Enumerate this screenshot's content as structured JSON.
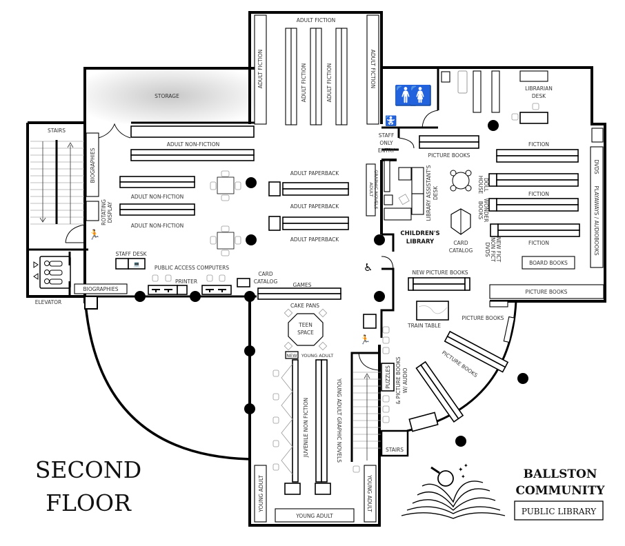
{
  "title": {
    "line1": "SECOND",
    "line2": "FLOOR"
  },
  "logo": {
    "line1": "BALLSTON",
    "line2": "COMMUNITY",
    "line3": "PUBLIC LIBRARY"
  },
  "rooms": {
    "storage": "STORAGE",
    "stairs_left": "STAIRS",
    "stairs_right": "STAIRS",
    "elevator": "ELEVATOR",
    "staff_only_entry": [
      "STAFF",
      "ONLY",
      "ENTRY"
    ],
    "childrens_library": [
      "CHILDREN'S",
      "LIBRARY"
    ],
    "teen_space": [
      "TEEN",
      "SPACE"
    ],
    "librarian_desk": [
      "LIBRARIAN",
      "DESK"
    ],
    "library_assistants_desk": [
      "LIBRARY ASSISTANT'S",
      "DESK"
    ]
  },
  "labels": {
    "adult_fiction": "ADULT FICTION",
    "adult_non_fiction": "ADULT NON-FICTION",
    "adult_paperback": "ADULT PAPERBACK",
    "biographies": "BIOGRAPHIES",
    "rotating_display": [
      "ROTATING",
      "DISPLAY"
    ],
    "staff_desk": "STAFF DESK",
    "public_access_computers": "PUBLIC ACCESS COMPUTERS",
    "printer": "PRINTER",
    "card_catalog": [
      "CARD",
      "CATALOG"
    ],
    "games": "GAMES",
    "cake_pans": "CAKE PANS",
    "new": "NEW",
    "young_adult": "YOUNG ADULT",
    "juvenile_non_fiction": "JUVENILE NON FICTION",
    "young_adult_graphic_novels": "YOUNG ADULT GRAPHIC NOVELS",
    "adult_graphic_novels": [
      "ADULT",
      "GRAPHIC NOVELS"
    ],
    "picture_books": "PICTURE BOOKS",
    "new_picture_books": "NEW PICTURE BOOKS",
    "train_table": "TRAIN TABLE",
    "puzzles": "PUZZLES",
    "picture_books_audio": [
      "& PICTURE BOOKS",
      "W/ AUDIO"
    ],
    "fiction": "FICTION",
    "board_books": "BOARD BOOKS",
    "dvds": "DVDS",
    "playaways": "PLAYAWAYS / AUDIOBOOKS",
    "doll_house": [
      "DOLL",
      "HOUSE"
    ],
    "wonder_books": [
      "WONDER",
      "BOOKS"
    ],
    "new_fict": [
      "NEW FICT",
      "NON FICT",
      "DVDS"
    ]
  }
}
